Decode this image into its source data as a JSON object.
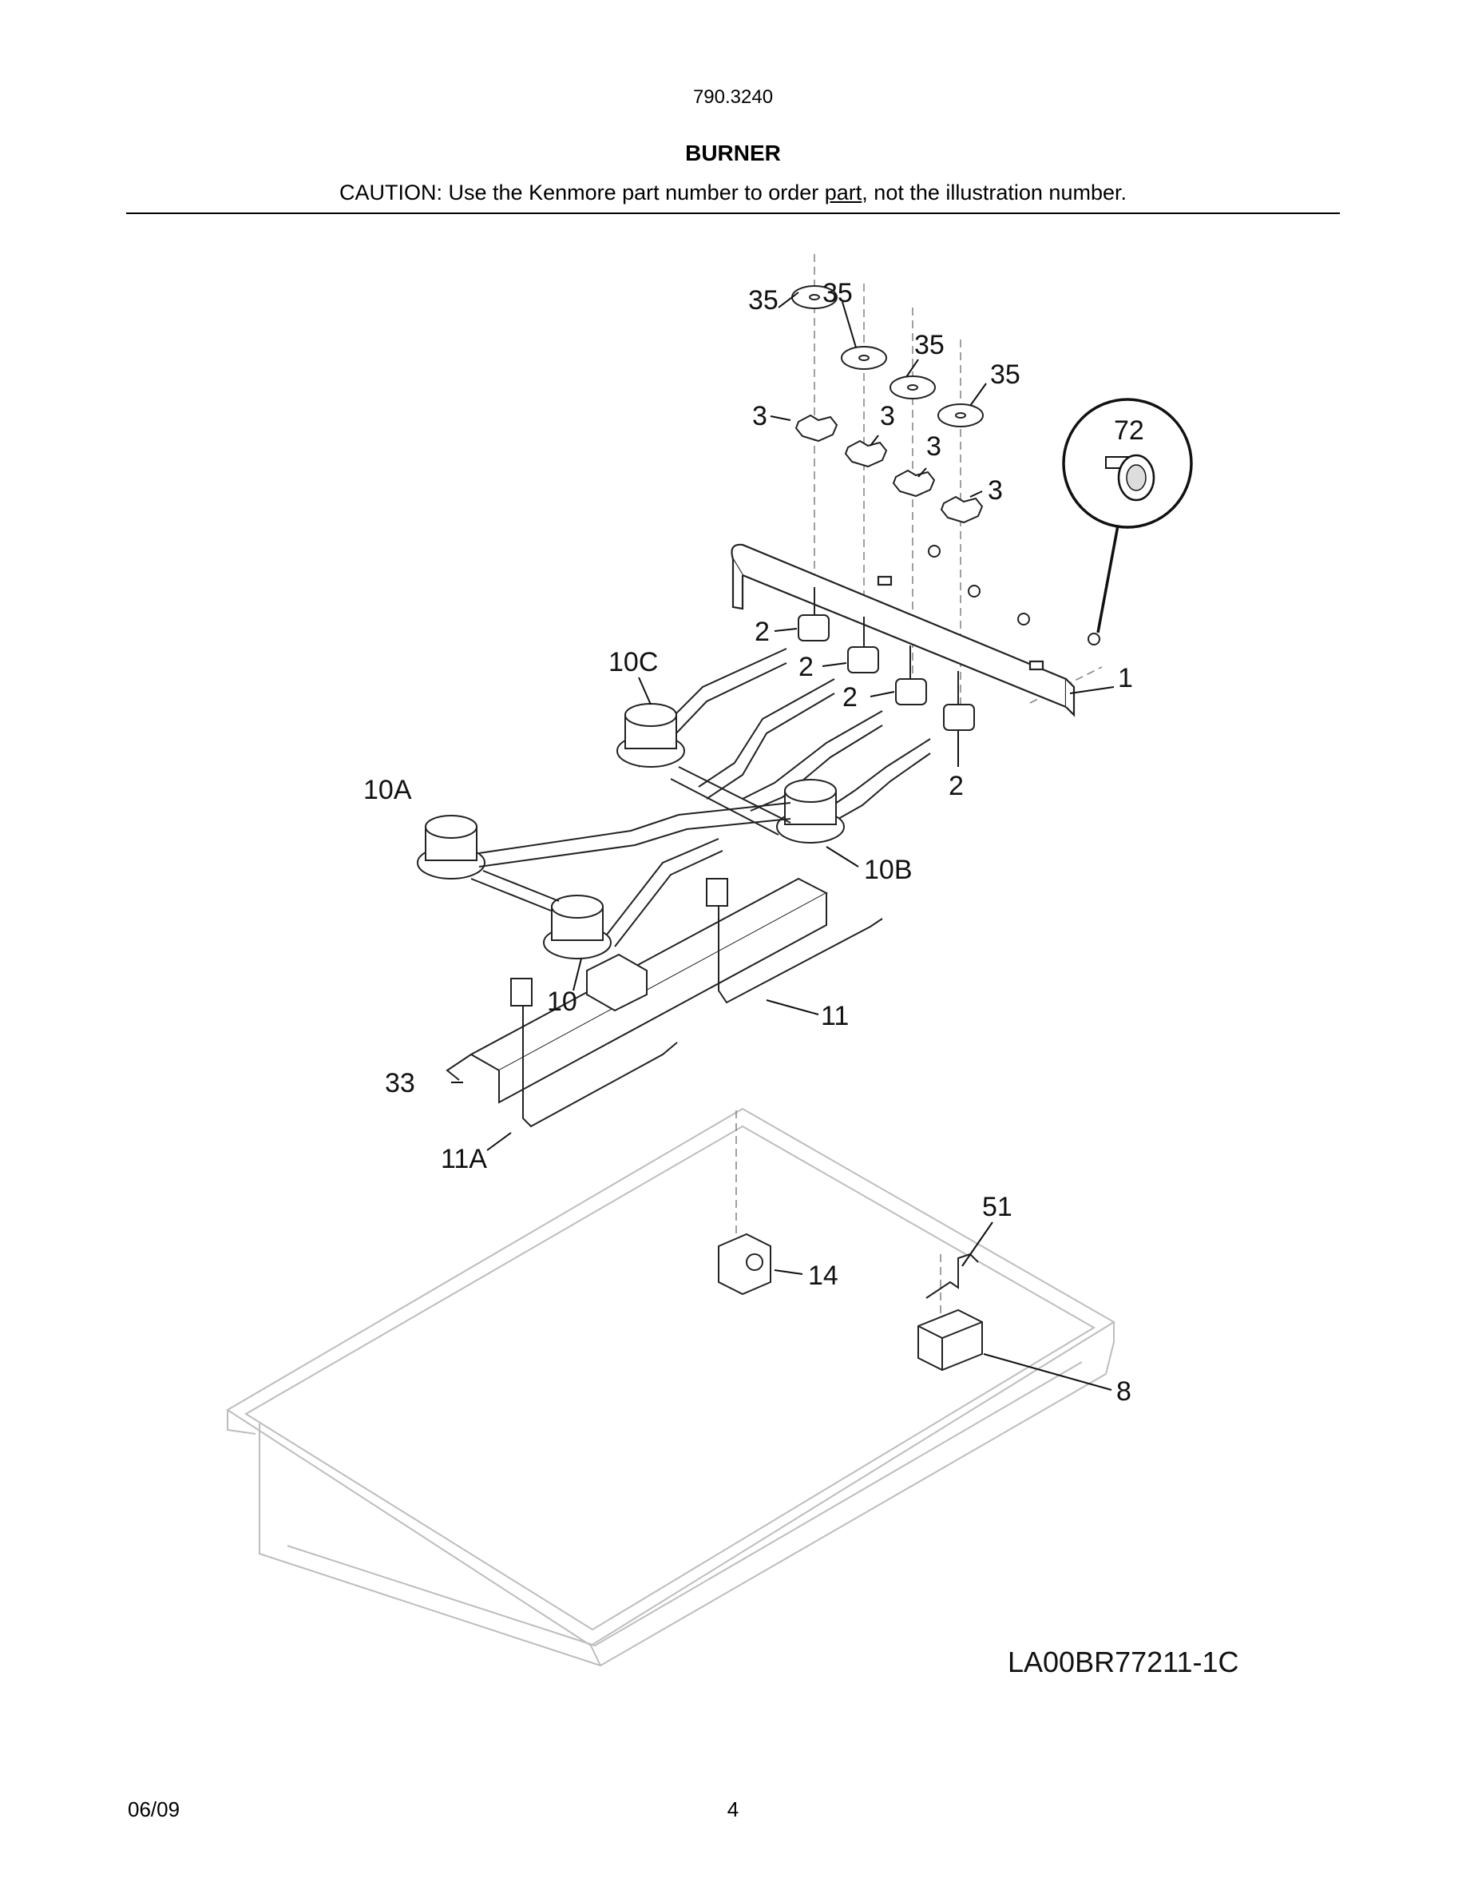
{
  "header": {
    "model": "790.3240",
    "title": "BURNER",
    "caution_before": "CAUTION: Use the Kenmore part number to order ",
    "caution_underlined": "part",
    "caution_after": ", not the illustration number."
  },
  "diagram": {
    "drawing_code": "LA00BR77211-1C",
    "callouts": {
      "c35a": "35",
      "c35b": "35",
      "c35c": "35",
      "c35d": "35",
      "c3a": "3",
      "c3b": "3",
      "c3c": "3",
      "c3d": "3",
      "c72": "72",
      "c2a": "2",
      "c2b": "2",
      "c2c": "2",
      "c2d": "2",
      "c1": "1",
      "c10c": "10C",
      "c10a": "10A",
      "c10b": "10B",
      "c10": "10",
      "c11": "11",
      "c11a": "11A",
      "c33": "33",
      "c51": "51",
      "c14": "14",
      "c8": "8"
    }
  },
  "footer": {
    "date": "06/09",
    "page": "4"
  }
}
